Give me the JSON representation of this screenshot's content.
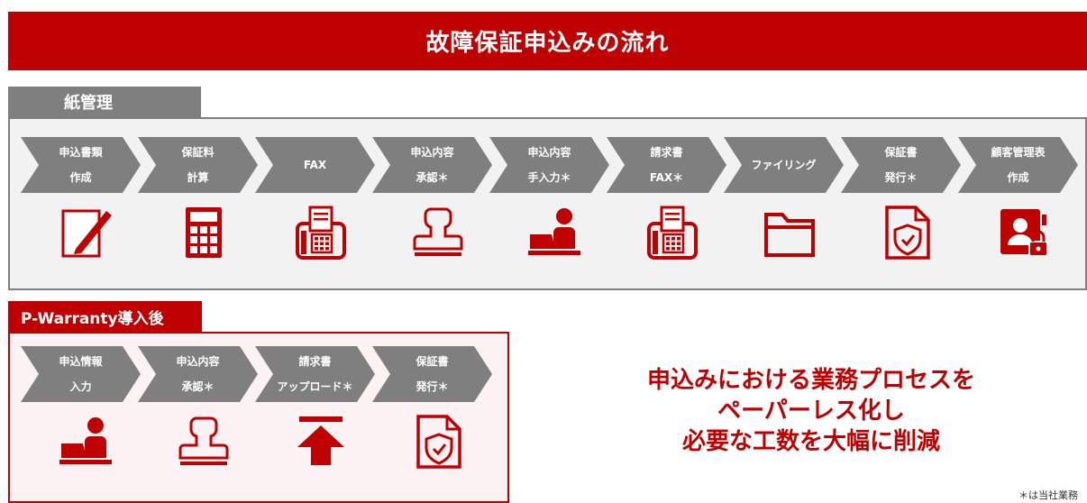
{
  "header": {
    "title": "故障保証申込みの流れ"
  },
  "paper_section": {
    "tab_label": "紙管理",
    "steps": [
      {
        "line1": "申込書類",
        "line2": "作成",
        "icon": "pen-paper-icon"
      },
      {
        "line1": "保証料",
        "line2": "計算",
        "icon": "calculator-icon"
      },
      {
        "line1": "FAX",
        "line2": "",
        "icon": "fax-icon"
      },
      {
        "line1": "申込内容",
        "line2": "承認＊",
        "icon": "stamp-icon"
      },
      {
        "line1": "申込内容",
        "line2": "手入力＊",
        "icon": "person-computer-icon"
      },
      {
        "line1": "請求書",
        "line2": "FAX＊",
        "icon": "fax-icon"
      },
      {
        "line1": "ファイリング",
        "line2": "",
        "icon": "folder-icon"
      },
      {
        "line1": "保証書",
        "line2": "発行＊",
        "icon": "shield-document-icon"
      },
      {
        "line1": "顧客管理表",
        "line2": "作成",
        "icon": "locked-contacts-icon"
      }
    ]
  },
  "pw_section": {
    "tab_label": "P-Warranty導入後",
    "steps": [
      {
        "line1": "申込情報",
        "line2": "入力",
        "icon": "person-computer-icon"
      },
      {
        "line1": "申込内容",
        "line2": "承認＊",
        "icon": "stamp-icon"
      },
      {
        "line1": "請求書",
        "line2": "アップロード＊",
        "icon": "upload-icon"
      },
      {
        "line1": "保証書",
        "line2": "発行＊",
        "icon": "shield-document-icon"
      }
    ]
  },
  "message": {
    "line1": "申込みにおける業務プロセスを",
    "line2": "ペーパーレス化し",
    "line3": "必要な工数を大幅に削減"
  },
  "footnote": "＊は当社業務",
  "colors": {
    "brand_red": "#c00000",
    "chevron_gray": "#7f7f7f",
    "panel_gray": "#f2f2f2",
    "panel_pink": "#fdf2f3"
  }
}
